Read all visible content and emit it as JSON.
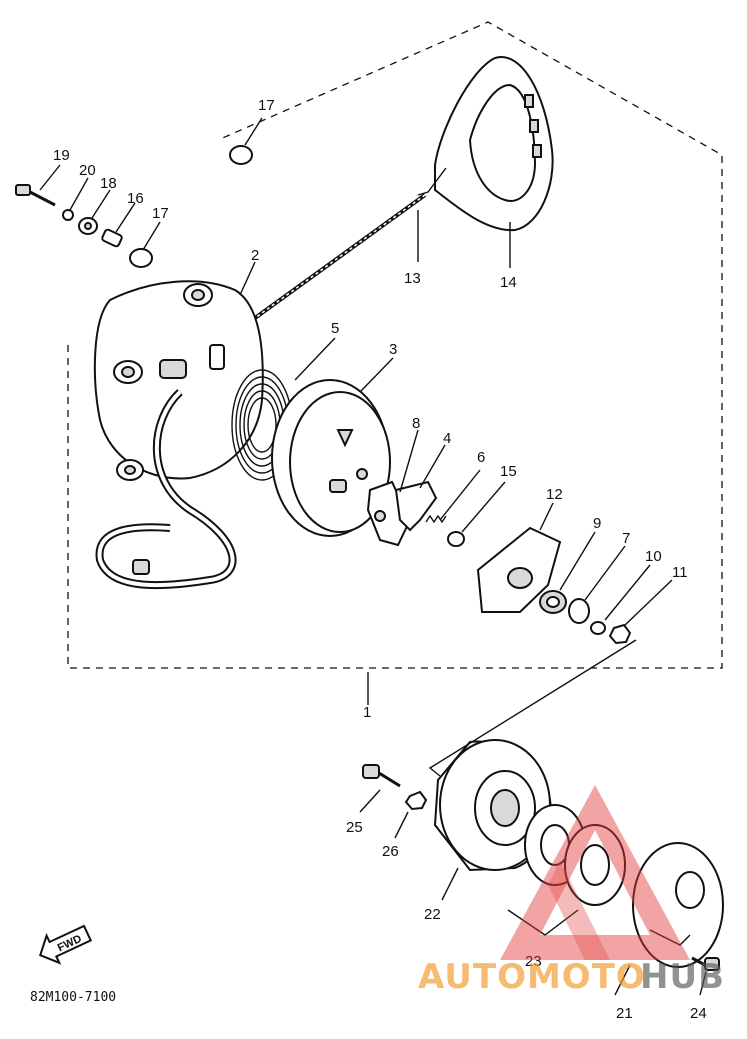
{
  "diagram": {
    "callouts": [
      "1",
      "2",
      "3",
      "4",
      "5",
      "6",
      "7",
      "8",
      "9",
      "10",
      "11",
      "12",
      "13",
      "14",
      "15",
      "16",
      "17",
      "18",
      "19",
      "20",
      "21",
      "22",
      "23",
      "24",
      "25",
      "26"
    ],
    "callout_17b": "17",
    "drawing_code": "82M100-7100",
    "fwd_badge": "FWD"
  },
  "watermark": {
    "text_a": "AUTOMOTO",
    "text_b": "HUB",
    "colors": {
      "red": "#e23a3a",
      "orange": "#f29a2e",
      "dark": "#555555"
    }
  }
}
